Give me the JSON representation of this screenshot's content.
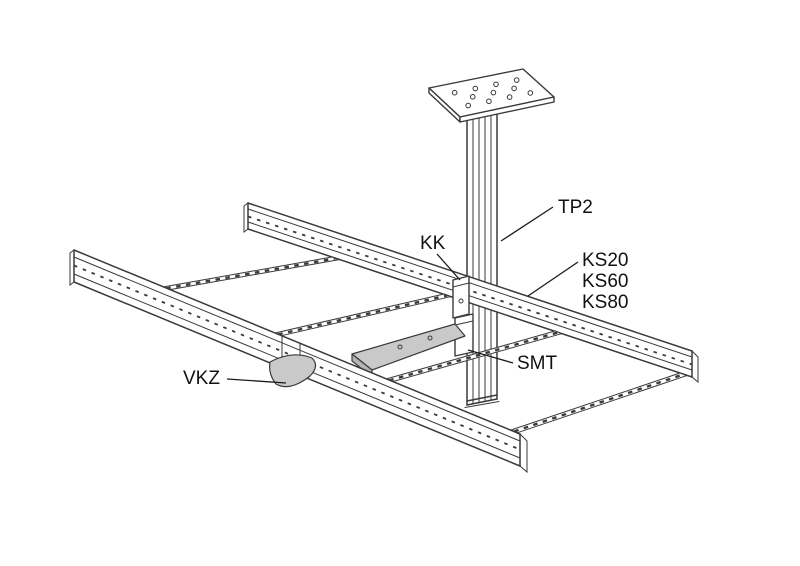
{
  "diagram": {
    "labels": {
      "tp2": "TP2",
      "kk": "KK",
      "ks20": "KS20",
      "ks60": "KS60",
      "ks80": "KS80",
      "smt": "SMT",
      "vkz": "VKZ"
    },
    "colors": {
      "line": "#3a3a3a",
      "background": "#ffffff",
      "text": "#111111",
      "bracket_fill": "#c9c9c9",
      "bracket_shade": "#b5b5b5"
    }
  }
}
